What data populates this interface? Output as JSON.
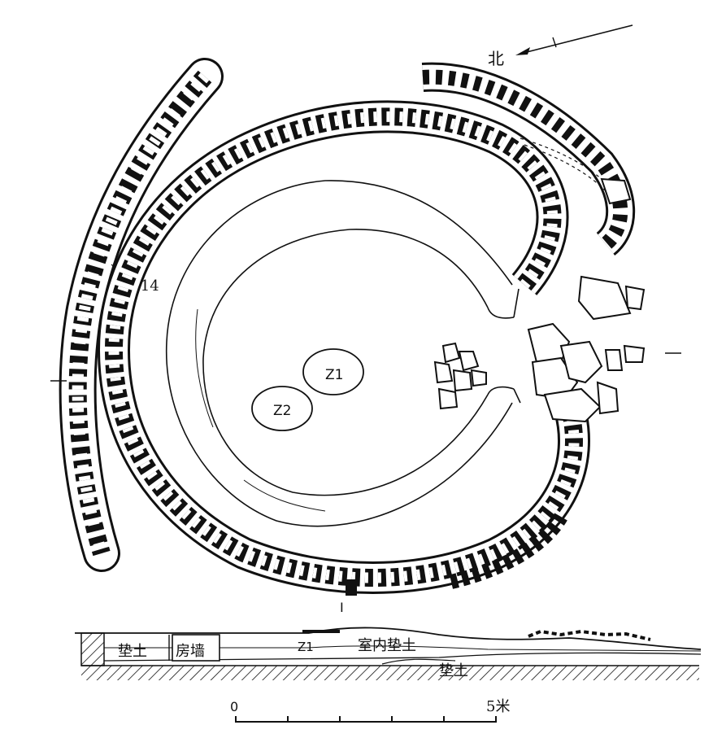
{
  "plan": {
    "north_label": "北",
    "wall_label": "Q14",
    "hearth_1": "Z1",
    "hearth_2": "Z2",
    "section_mark": "I"
  },
  "section": {
    "fill_left": "垫土",
    "house_wall": "房墙",
    "hearth": "Z1",
    "interior_fill": "室内垫土",
    "fill_bottom": "垫土"
  },
  "scale_bar": {
    "start": "0",
    "end": "5米"
  }
}
